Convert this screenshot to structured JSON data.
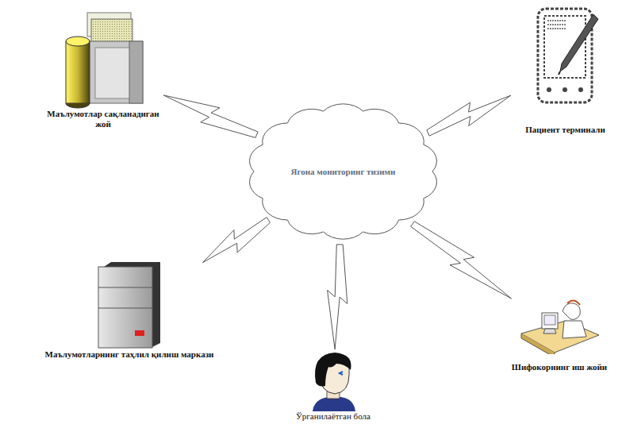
{
  "diagram": {
    "nodes": [
      {
        "text": [
          "Маълумотлар сақланадиган жой"
        ]
      },
      {
        "text": [
          "Пациент терминали"
        ]
      },
      {
        "text": [
          "Ягона мониторинг тизими"
        ]
      },
      {
        "text": [
          "Маълумотларнинг таҳлил қилиш маркази"
        ]
      },
      {
        "text": [
          "Ўрганилаётган бола"
        ]
      },
      {
        "text": [
          "Шифокорнинг иш жойи"
        ]
      }
    ],
    "edges": [
      {
        "from": 2,
        "to": 0,
        "arrow": "none"
      },
      {
        "from": 2,
        "to": 1,
        "arrow": "none"
      },
      {
        "from": 2,
        "to": 3,
        "arrow": "none"
      },
      {
        "from": 2,
        "to": 4,
        "arrow": "none"
      },
      {
        "from": 2,
        "to": 5,
        "arrow": "none"
      }
    ]
  }
}
